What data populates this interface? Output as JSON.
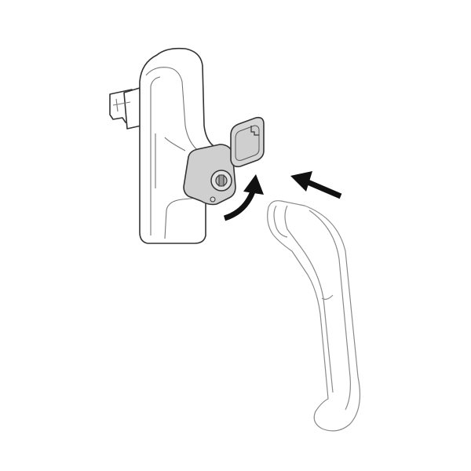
{
  "colors": {
    "line": "#333333",
    "gray_part": "#cfcfcf",
    "arrow": "#111111",
    "handle_line": "#8a8a8a"
  },
  "parts": [
    "base-plate",
    "lock-cylinder-housing",
    "key",
    "rotate-arrow",
    "insert-arrow",
    "handle-lever"
  ]
}
